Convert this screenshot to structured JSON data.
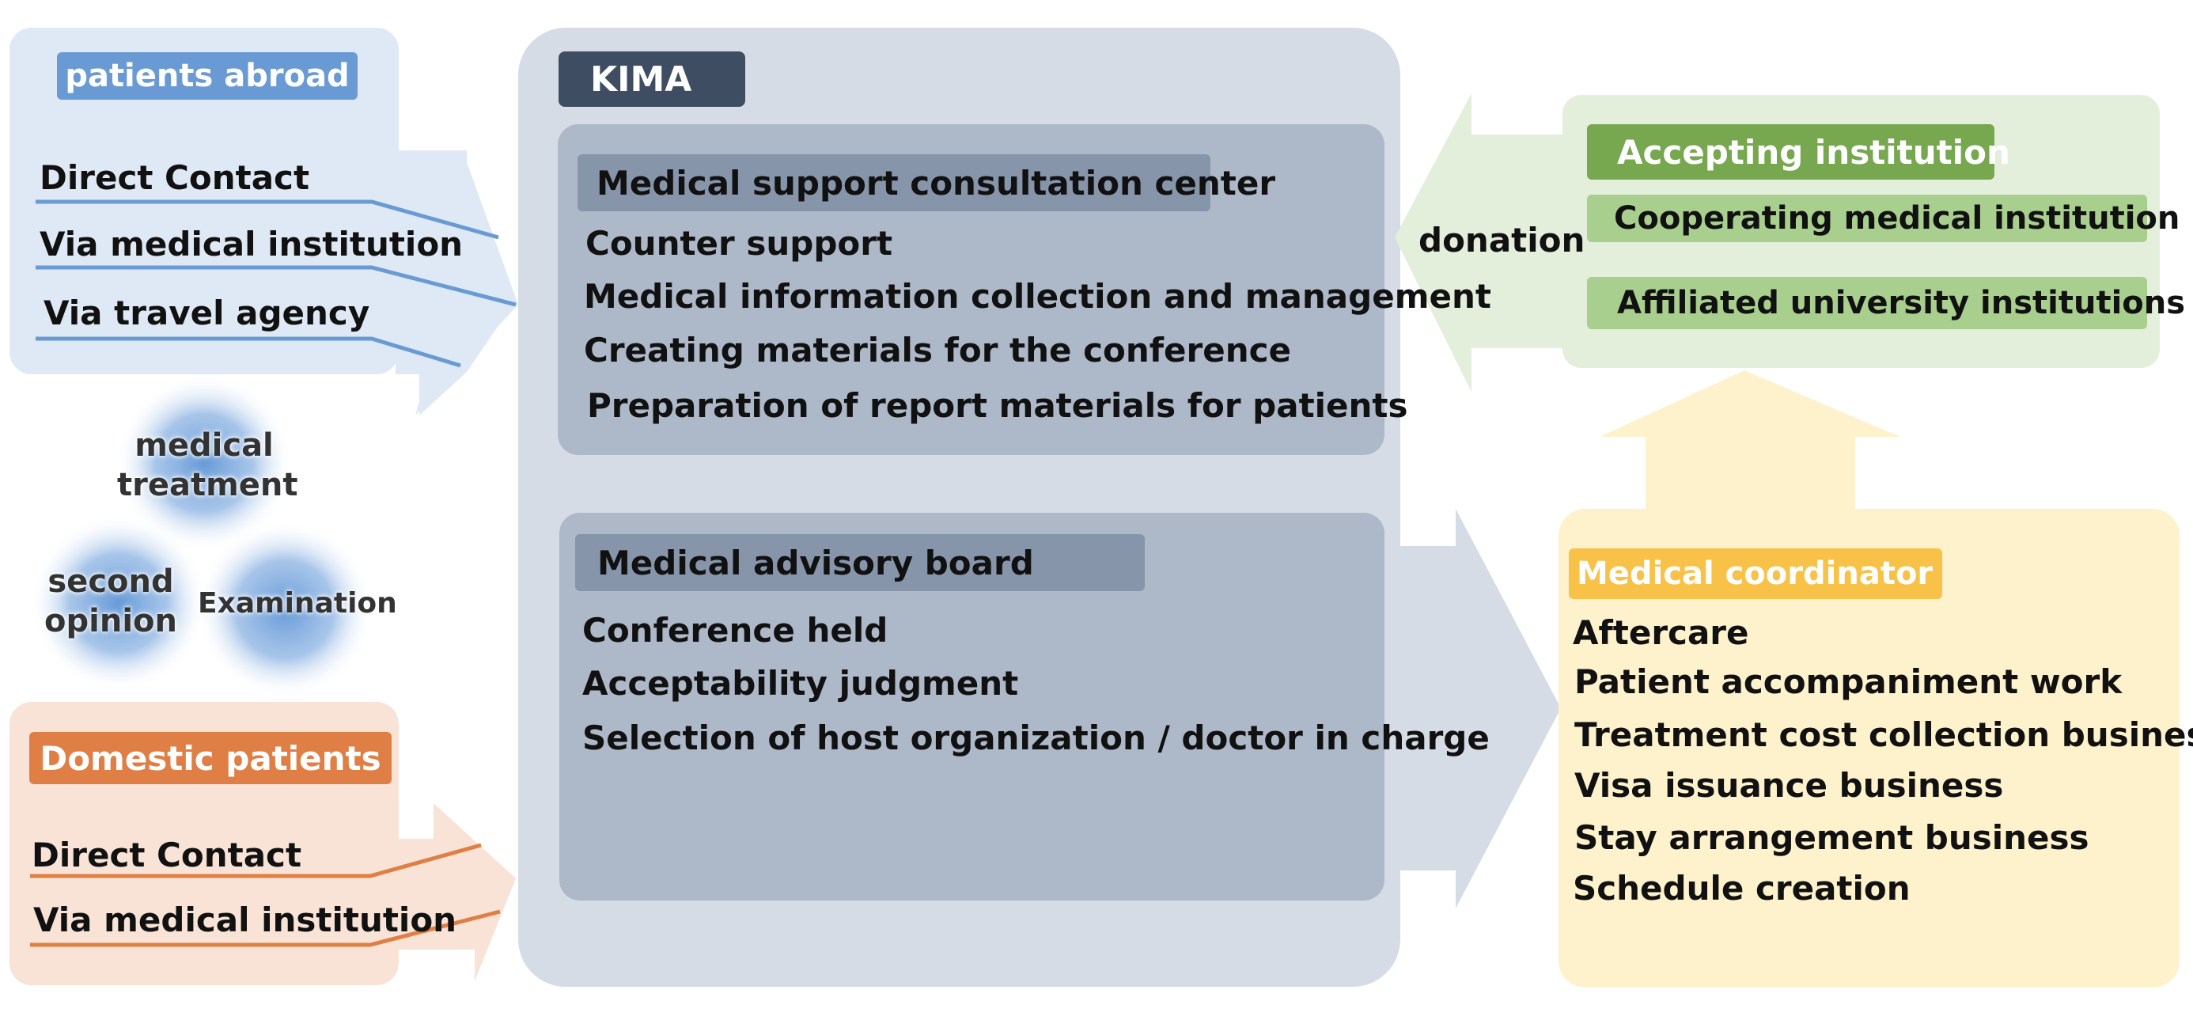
{
  "patients_abroad": {
    "title": "patients abroad",
    "channels": [
      "Direct Contact",
      "Via medical institution",
      "Via travel agency"
    ]
  },
  "services": {
    "medical_treatment": "medical treatment",
    "second_opinion": "second opinion",
    "examination": "Examination"
  },
  "domestic_patients": {
    "title": "Domestic patients",
    "channels": [
      "Direct Contact",
      "Via medical institution"
    ]
  },
  "kima": {
    "title": "KIMA",
    "consultation_center": {
      "title": "Medical support consultation center",
      "items": [
        "Counter support",
        "Medical information collection and management",
        "Creating materials for the conference",
        "Preparation of report materials for patients"
      ]
    },
    "advisory_board": {
      "title": "Medical advisory board",
      "items": [
        "Conference held",
        "Acceptability judgment",
        "Selection of host organization / doctor in charge"
      ]
    }
  },
  "donation_label": "donation",
  "accepting": {
    "title": "Accepting institution",
    "items": [
      "Cooperating medical institution",
      "Affiliated university institutions"
    ]
  },
  "coordinator": {
    "title": "Medical coordinator",
    "items": [
      "Aftercare",
      "Patient accompaniment work",
      "Treatment cost collection business",
      "Visa issuance business",
      "Stay arrangement business",
      "Schedule creation"
    ]
  },
  "colors": {
    "abroad_bg": "#dfe9f5",
    "abroad_accent": "#6a9ad4",
    "domestic_bg": "#f8e3d6",
    "domestic_accent": "#e07f45",
    "kima_bg": "#d6dce5",
    "kima_header": "#3f4d62",
    "kima_panel": "#adb8c9",
    "kima_panel_header": "#8795aa",
    "accepting_bg": "#e3eedb",
    "accepting_header": "#77a84f",
    "accepting_item": "#a8cf8e",
    "coordinator_bg": "#fdf2cc",
    "coordinator_header": "#f7c247"
  }
}
